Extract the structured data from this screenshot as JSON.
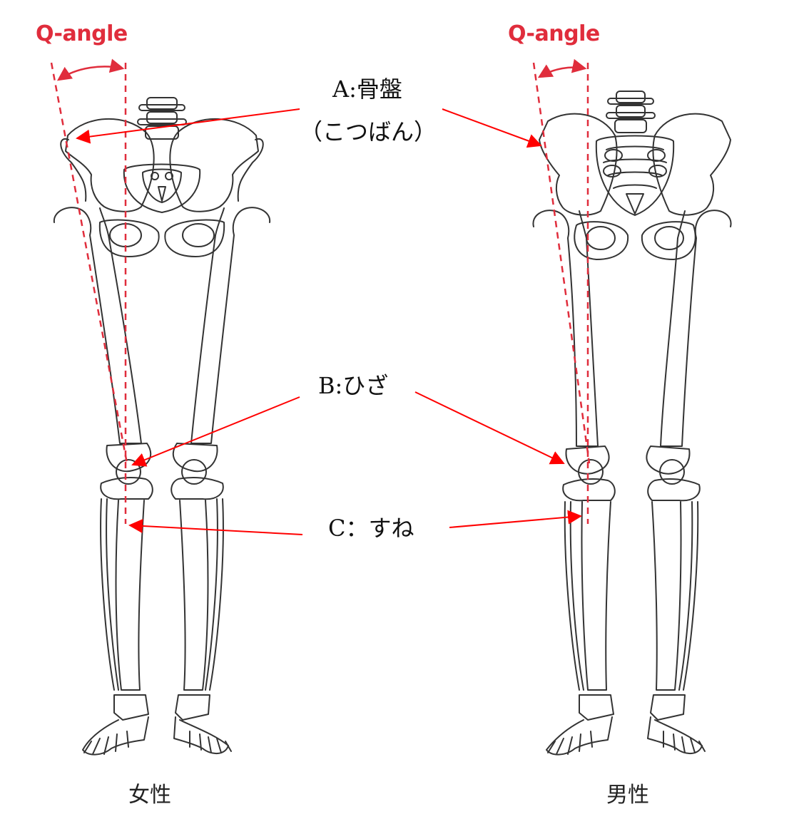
{
  "diagram": {
    "q_angle_label": "Q-angle",
    "callouts": {
      "a_line1": "A:骨盤",
      "a_line2": "（こつばん）",
      "b": "B:ひざ",
      "c": "C：すね"
    },
    "female_label": "女性",
    "male_label": "男性",
    "colors": {
      "accent": "#e02d3c",
      "arrow": "#ff0000",
      "bone_stroke": "#333333",
      "text": "#111111"
    }
  }
}
